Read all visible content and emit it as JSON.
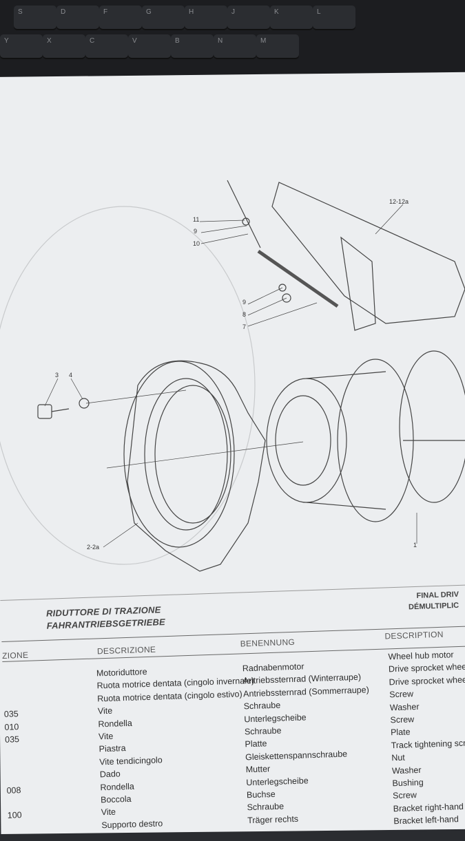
{
  "keyboard": {
    "row1": [
      "S",
      "D",
      "F",
      "G",
      "H",
      "J",
      "K",
      "L"
    ],
    "row2": [
      "Y",
      "X",
      "C",
      "V",
      "B",
      "N",
      "M"
    ]
  },
  "diagram": {
    "callouts": [
      "11",
      "9",
      "10",
      "12-12a",
      "9",
      "8",
      "7",
      "3",
      "4",
      "2-2a",
      "1"
    ]
  },
  "document": {
    "title_it": "RIDUTTORE DI TRAZIONE",
    "title_de": "FAHRANTRIEBSGETRIEBE",
    "title_en": "FINAL DRIV",
    "title_fr": "DÉMULTIPLIC",
    "headers": {
      "code": "ZIONE",
      "it": "DESCRIZIONE",
      "de": "BENENNUNG",
      "en": "DESCRIPTION"
    },
    "codes": [
      "",
      "",
      "",
      "035",
      "010",
      "035",
      "",
      "",
      "",
      "008",
      "",
      "100"
    ],
    "it": [
      "Motoriduttore",
      "Ruota motrice dentata (cingolo invernale)",
      "Ruota motrice dentata (cingolo estivo)",
      "Vite",
      "Rondella",
      "Vite",
      "Piastra",
      "Vite tendicingolo",
      "Dado",
      "Rondella",
      "Boccola",
      "Vite",
      "Supporto destro"
    ],
    "de": [
      "Radnabenmotor",
      "Antriebssternrad (Winterraupe)",
      "Antriebssternrad (Sommerraupe)",
      "Schraube",
      "Unterlegscheibe",
      "Schraube",
      "Platte",
      "Gleiskettenspannschraube",
      "Mutter",
      "Unterlegscheibe",
      "Buchse",
      "Schraube",
      "Träger rechts"
    ],
    "en": [
      "Wheel hub motor",
      "Drive sprocket wheel (w",
      "Drive sprocket wheel (s",
      "Screw",
      "Washer",
      "Screw",
      "Plate",
      "Track tightening scre",
      "Nut",
      "Washer",
      "Bushing",
      "Screw",
      "Bracket right-hand",
      "Bracket left-hand"
    ]
  }
}
